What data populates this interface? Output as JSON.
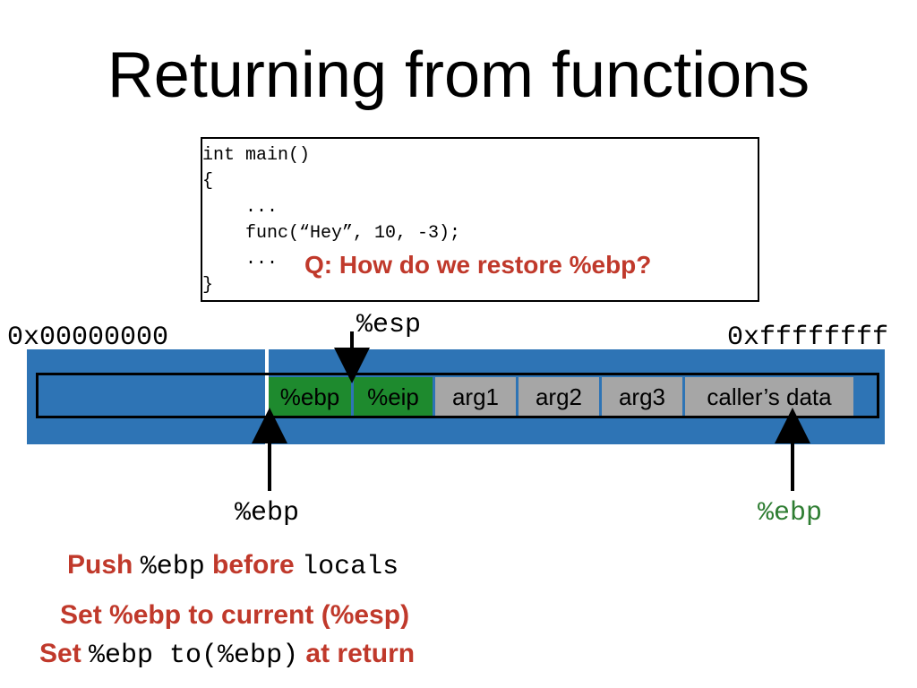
{
  "title": "Returning from functions",
  "code": {
    "line1": "int main()",
    "line2": "{",
    "line3": "    ...",
    "line4": "    func(“Hey”, 10, -3);",
    "line5": "    ...",
    "line6": "}"
  },
  "question": "Q: How do we restore %ebp?",
  "addresses": {
    "low": "0x00000000",
    "high": "0xffffffff"
  },
  "stack_cells": {
    "ebp": "%ebp",
    "eip": "%eip",
    "arg1": "arg1",
    "arg2": "arg2",
    "arg3": "arg3",
    "caller": "caller’s data"
  },
  "pointers": {
    "esp": "%esp",
    "ebp_left": "%ebp",
    "ebp_right": "%ebp"
  },
  "notes": {
    "line1_a": "Push ",
    "line1_b": "%ebp",
    "line1_c": " before ",
    "line1_d": "locals",
    "line2": "Set %ebp to current (%esp)",
    "line3_a": "Set ",
    "line3_b": "%ebp to(%ebp)",
    "line3_c": " at return"
  },
  "colors": {
    "stack_blue": "#2e74b5",
    "cell_green": "#1e8a2e",
    "cell_gray": "#a6a6a6",
    "accent_red": "#c0392b",
    "ebp_green_text": "#2e7d32"
  }
}
